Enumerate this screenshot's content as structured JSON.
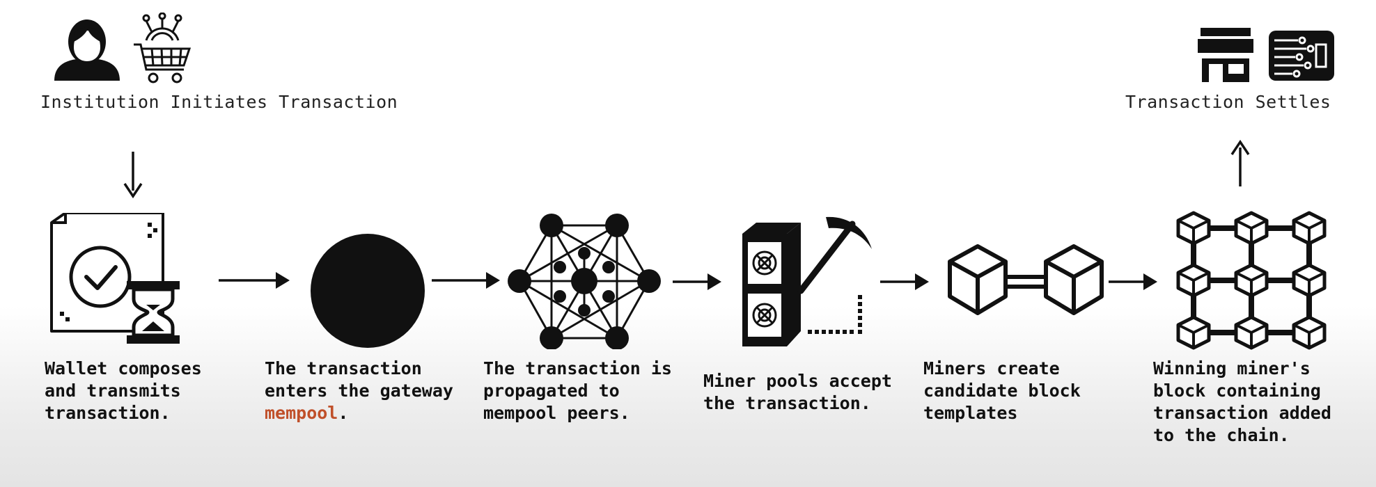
{
  "start": {
    "label": "Institution Initiates Transaction",
    "icons": [
      "person-icon",
      "shopping-cart-icon"
    ]
  },
  "end": {
    "label": "Transaction Settles",
    "icons": [
      "storefront-icon",
      "circuit-card-icon"
    ]
  },
  "steps": [
    {
      "icon": "document-hourglass-icon",
      "lines": [
        "Wallet composes",
        "and transmits",
        "transaction."
      ]
    },
    {
      "icon": "mempool-circle-icon",
      "lines": [
        "The transaction",
        "enters the gateway"
      ],
      "highlight": "mempool",
      "tail": "."
    },
    {
      "icon": "network-mesh-icon",
      "lines": [
        "The transaction is",
        "propagated to",
        "mempool peers."
      ]
    },
    {
      "icon": "mining-rig-pickaxe-icon",
      "lines": [
        "Miner pools accept",
        "the transaction."
      ]
    },
    {
      "icon": "linked-blocks-icon",
      "lines": [
        "Miners create",
        "candidate block",
        "templates"
      ]
    },
    {
      "icon": "blockchain-grid-icon",
      "lines": [
        "Winning miner's",
        "block containing",
        "transaction added",
        "to the chain."
      ]
    }
  ],
  "colors": {
    "highlight": "#c0502a",
    "ink": "#111111"
  }
}
